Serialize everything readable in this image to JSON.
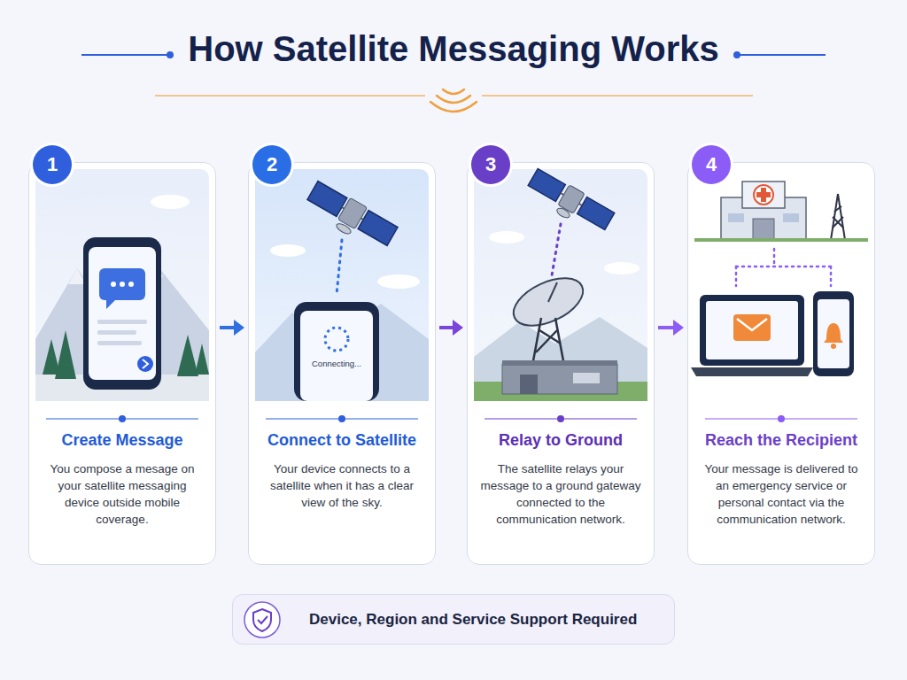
{
  "diagram": {
    "title": "How Satellite Messaging Works",
    "nodes": [
      {
        "text": [
          "Create Message",
          "You compose a mesage on your satellite messaging device outside mobile coverage."
        ]
      },
      {
        "text": [
          "1"
        ],
        "in": 0
      },
      {
        "text": [
          "Connect to Satellite",
          "Your device connects to a satellite when it has a clear view of the sky."
        ]
      },
      {
        "text": [
          "2"
        ],
        "in": 2
      },
      {
        "text": [
          "Relay to Ground",
          "The satellite relays your message to a ground gateway connected to the communication network."
        ]
      },
      {
        "text": [
          "3"
        ],
        "in": 4
      },
      {
        "text": [
          "Reach the Recipient",
          "Your message is delivered to an emergency service or personal contact via the communication network."
        ]
      },
      {
        "text": [
          "4"
        ],
        "in": 6
      },
      {
        "text": [
          "Device, Region and Service Support Required"
        ]
      }
    ],
    "edges": [
      {
        "from": 0,
        "to": 2,
        "arrow": "to"
      },
      {
        "from": 2,
        "to": 4,
        "arrow": "to"
      },
      {
        "from": 4,
        "to": 6,
        "arrow": "to"
      }
    ],
    "labels": [
      "Connecting..."
    ]
  }
}
